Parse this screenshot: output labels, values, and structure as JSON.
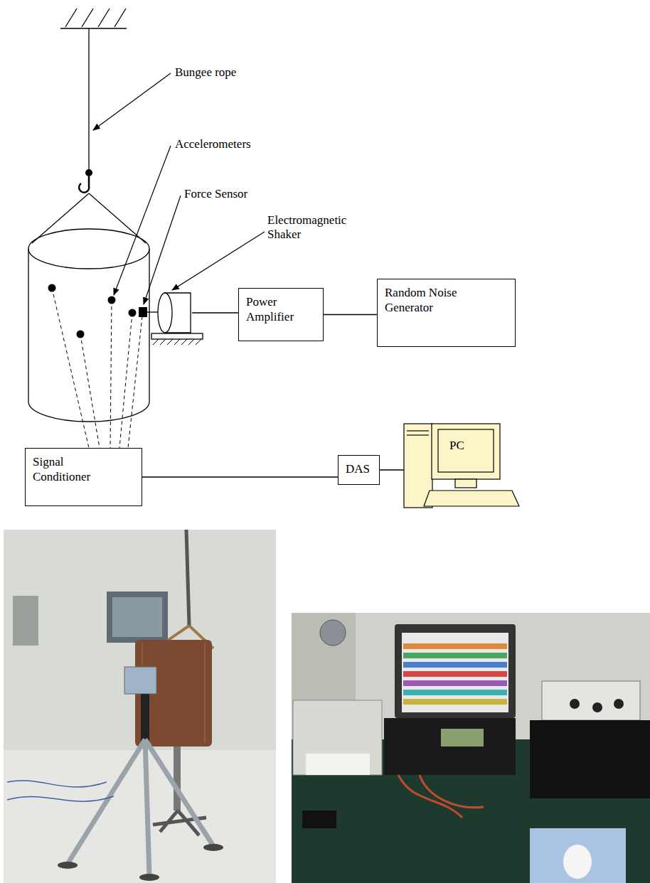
{
  "diagram": {
    "nodes": [
      {
        "text": [
          "Power Amplifier"
        ]
      },
      {
        "text": [
          "Random Noise Generator"
        ]
      },
      {
        "text": [
          "Signal Conditioner"
        ]
      },
      {
        "text": [
          "DAS"
        ]
      },
      {
        "text": [
          "PC"
        ]
      }
    ],
    "edges": [
      {
        "from": 0,
        "to": 1,
        "arrow": "none"
      },
      {
        "from": 2,
        "to": 3,
        "arrow": "none"
      },
      {
        "from": 3,
        "to": 4,
        "arrow": "none"
      }
    ],
    "labels": [
      "Bungee rope",
      "Accelerometers",
      "Force Sensor",
      "Electromagnetic Shaker"
    ]
  }
}
